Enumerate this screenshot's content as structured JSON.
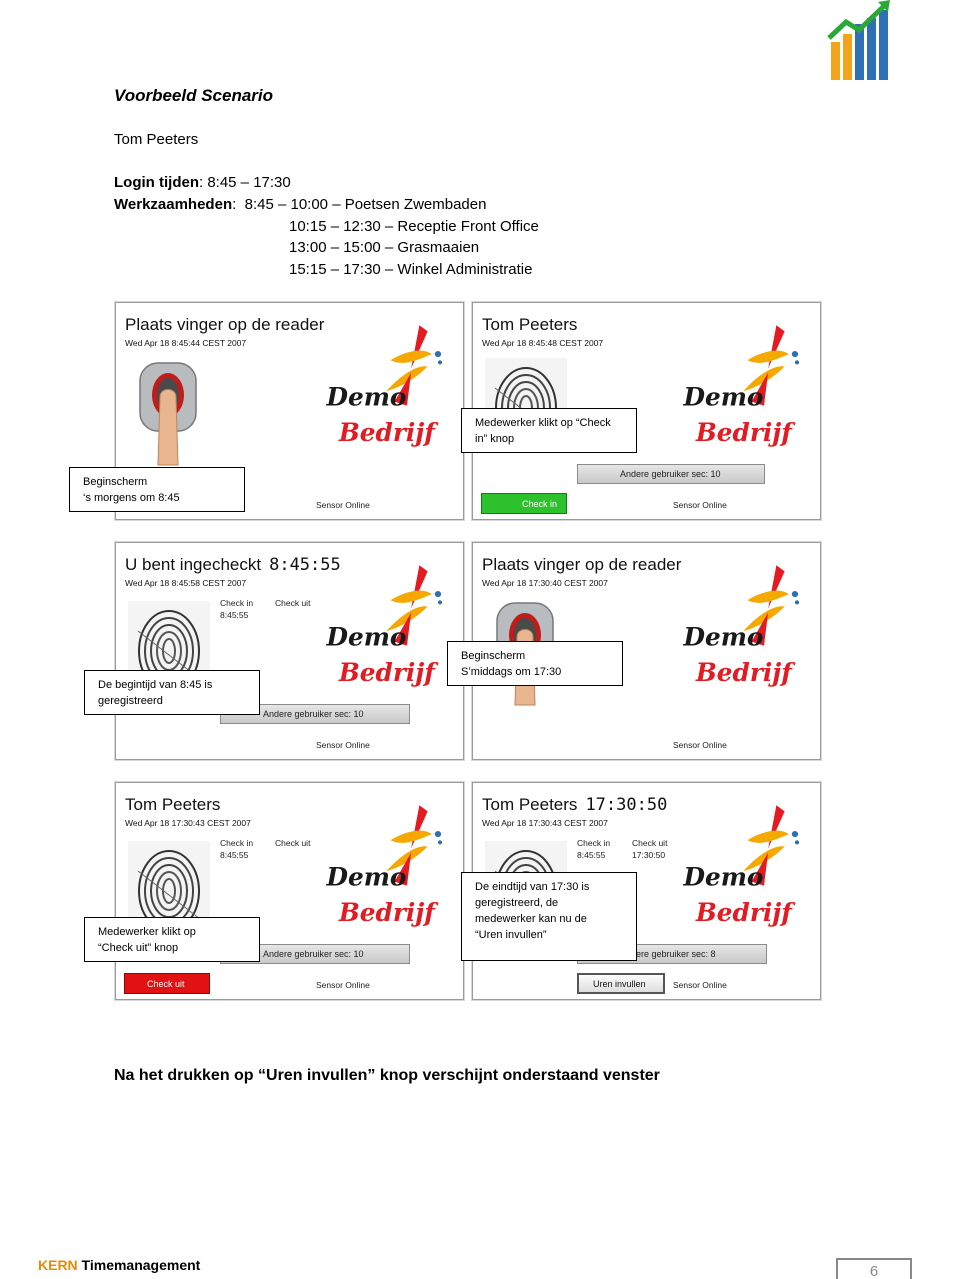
{
  "heading": "Voorbeeld Scenario",
  "employee": "Tom Peeters",
  "login": {
    "label": "Login tijden",
    "value": ": 8:45 – 17:30"
  },
  "work": {
    "label": "Werkzaamheden",
    "first": ":  8:45 – 10:00 – Poetsen Zwembaden",
    "rest": [
      "10:15 – 12:30 – Receptie Front Office",
      "13:00 – 15:00 – Grasmaaien",
      "15:15 – 17:30 – Winkel Administratie"
    ]
  },
  "panels": {
    "p1": {
      "title": "Plaats vinger op de reader",
      "date": "Wed Apr 18  8:45:44 CEST 2007",
      "sensor": "Sensor Online"
    },
    "p2": {
      "title": "Tom Peeters",
      "date": "Wed Apr 18  8:45:48  CEST 2007",
      "other_user": "Andere gebruiker sec: 10",
      "checkin": "Check in",
      "sensor": "Sensor Online"
    },
    "p3": {
      "title": "U bent ingecheckt",
      "clock": "8:45:55",
      "date": "Wed Apr 18  8:45:58  CEST 2007",
      "check_in_label": "Check in",
      "check_in_time": "8:45:55",
      "check_out_label": "Check uit",
      "other_user": "Andere gebruiker sec: 10",
      "sensor": "Sensor Online"
    },
    "p4": {
      "title": "Plaats vinger op de reader",
      "date": "Wed Apr 18  17:30:40 CEST 2007",
      "sensor": "Sensor Online"
    },
    "p5": {
      "title": "Tom Peeters",
      "date": "Wed Apr 18  17:30:43 CEST 2007",
      "check_in_label": "Check in",
      "check_in_time": "8:45:55",
      "check_out_label": "Check uit",
      "other_user": "Andere gebruiker sec: 10",
      "checkout": "Check uit",
      "sensor": "Sensor Online"
    },
    "p6": {
      "title": "Tom Peeters",
      "clock": "17:30:50",
      "date": "Wed Apr 18  17:30:43  CEST 2007",
      "check_in_label": "Check in",
      "check_in_time": "8:45:55",
      "check_out_label": "Check uit",
      "check_out_time": "17:30:50",
      "other_user": "Andere gebruiker sec: 8",
      "uren": "Uren invullen",
      "sensor": "Sensor Online"
    }
  },
  "callouts": {
    "c1": [
      "Beginscherm",
      "‘s morgens om 8:45"
    ],
    "c2": [
      "Medewerker klikt op  “Check",
      "in” knop"
    ],
    "c3": [
      "De begintijd van 8:45 is",
      "geregistreerd"
    ],
    "c4": [
      "Beginscherm",
      "S’middags om 17:30"
    ],
    "c5": [
      "Medewerker klikt  op",
      "  “Check uit” knop"
    ],
    "c6": [
      "De eindtijd van 17:30 is",
      "geregistreerd, de",
      "medewerker kan nu de",
      "“Uren invullen”"
    ]
  },
  "bottom_text": "Na het drukken op  “Uren invullen”  knop verschijnt onderstaand venster",
  "footer": {
    "kern": "KERN",
    "rest": " Timemanagement"
  },
  "page_number": "6",
  "colors": {
    "brand_orange": "#e98a00",
    "green": "#2ec12e",
    "red": "#e01212",
    "logo_blue": "#2f6fb5"
  }
}
